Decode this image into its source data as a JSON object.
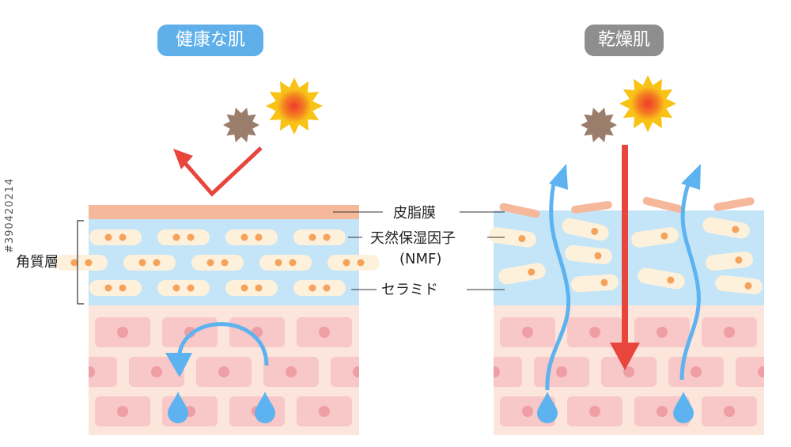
{
  "titles": {
    "healthy": "健康な肌",
    "dry": "乾燥肌"
  },
  "labels": {
    "sebum": "皮脂膜",
    "nmf": "天然保湿因子",
    "nmf_abbr": "(NMF)",
    "ceramide": "セラミド",
    "stratum_corneum": "角質層"
  },
  "watermark": "#390420214",
  "colors": {
    "healthy_badge": "#5fb0ea",
    "dry_badge": "#8e8e8e",
    "sebum": "#f6b89a",
    "stratum_bg": "#c4e5f7",
    "dermis_bg": "#fce5db",
    "cell": "#f8c7c7",
    "cell_nucleus": "#ee9ea4",
    "corneocyte": "#fdf1dc",
    "nmf_dot": "#f5a25a",
    "arrow_red": "#e8453c",
    "arrow_blue": "#5db3ef",
    "sun_outer": "#f8c315",
    "sun_core": "#ef3b2b",
    "irritant": "#9b7d6b"
  }
}
